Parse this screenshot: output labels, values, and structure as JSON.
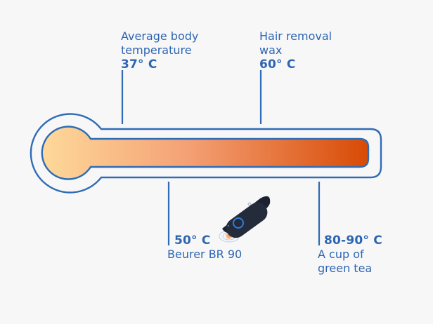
{
  "colors": {
    "outline": "#2f6cb5",
    "text": "#2d65b1",
    "gradient_start": "#fed99a",
    "gradient_mid": "#f4a074",
    "gradient_end": "#d84a05",
    "background": "#f7f7f8"
  },
  "markers": [
    {
      "description_lines": [
        "Average body",
        "temperature"
      ],
      "temperature": "37° C"
    },
    {
      "description_lines": [
        "Hair removal",
        "wax"
      ],
      "temperature": "60° C"
    },
    {
      "temperature": "50° C",
      "description_lines": [
        "Beurer BR 90"
      ]
    },
    {
      "temperature": "80-90° C",
      "description_lines": [
        "A cup of",
        "green tea"
      ]
    }
  ],
  "device": {
    "icon": "beurer-br90-device-icon"
  }
}
